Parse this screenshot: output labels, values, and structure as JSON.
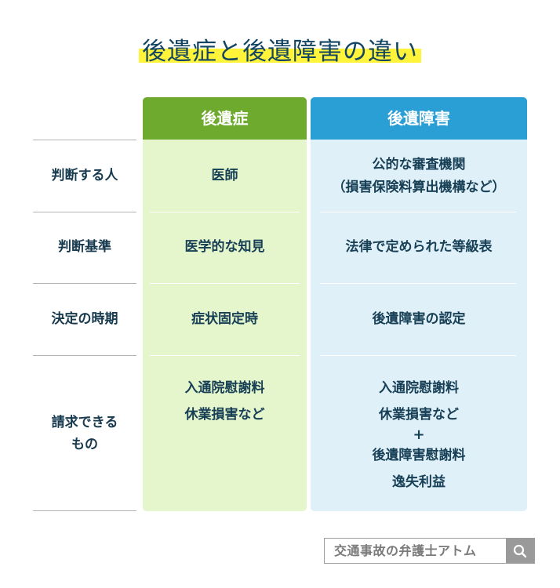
{
  "title": "後遺症と後遺障害の違い",
  "columns": {
    "green": {
      "header": "後遺症",
      "color": "#6eaa2e",
      "bg": "#e5f6cc"
    },
    "blue": {
      "header": "後遺障害",
      "color": "#2a9fd6",
      "bg": "#dff0f9"
    }
  },
  "rows": [
    {
      "label": "判断する人",
      "green": "医師",
      "blue_line1": "公的な審査機関",
      "blue_line2": "（損害保険料算出機構など）"
    },
    {
      "label": "判断基準",
      "green": "医学的な知見",
      "blue": "法律で定められた等級表"
    },
    {
      "label": "決定の時期",
      "green": "症状固定時",
      "blue": "後遺障害の認定"
    },
    {
      "label_line1": "請求できる",
      "label_line2": "もの",
      "green_line1": "入通院慰謝料",
      "green_line2": "休業損害など",
      "blue_line1": "入通院慰謝料",
      "blue_line2": "休業損害など",
      "blue_plus": "+",
      "blue_line3": "後遺障害慰謝料",
      "blue_line4": "逸失利益"
    }
  ],
  "search": {
    "text": "交通事故の弁護士アトム",
    "icon": "search-icon"
  }
}
